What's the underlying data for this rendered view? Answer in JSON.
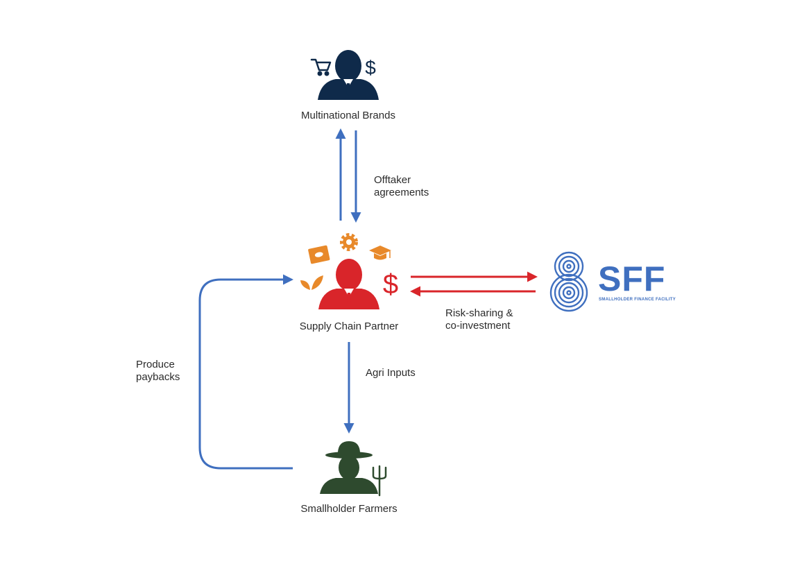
{
  "nodes": {
    "brands": {
      "label": "Multinational Brands"
    },
    "partner": {
      "label": "Supply Chain Partner"
    },
    "farmers": {
      "label": "Smallholder Farmers"
    },
    "sff": {
      "name": "SFF",
      "tagline": "SMALLHOLDER FINANCE FACILITY"
    }
  },
  "edges": {
    "offtaker": {
      "line1": "Offtaker",
      "line2": "agreements"
    },
    "risk": {
      "line1": "Risk-sharing &",
      "line2": "co-investment"
    },
    "agri": {
      "label": "Agri Inputs"
    },
    "produce": {
      "line1": "Produce",
      "line2": "paybacks"
    }
  },
  "colors": {
    "blue_arrow": "#3f6fbf",
    "red_arrow": "#d9252a",
    "navy": "#0f2a4a",
    "partner_red": "#d9252a",
    "orange": "#e8892a",
    "farmer_green": "#2e4a2e",
    "sff_blue": "#3f6fbf"
  },
  "icons": {
    "brands": [
      "cart-icon",
      "businessman-icon",
      "dollar-icon"
    ],
    "partner": [
      "seed-bag-icon",
      "gear-icon",
      "graduation-cap-icon",
      "leaf-icon",
      "dollar-icon"
    ],
    "farmers": [
      "farmer-hat-icon",
      "pitchfork-icon"
    ],
    "sff": [
      "sff-logo-icon"
    ]
  }
}
